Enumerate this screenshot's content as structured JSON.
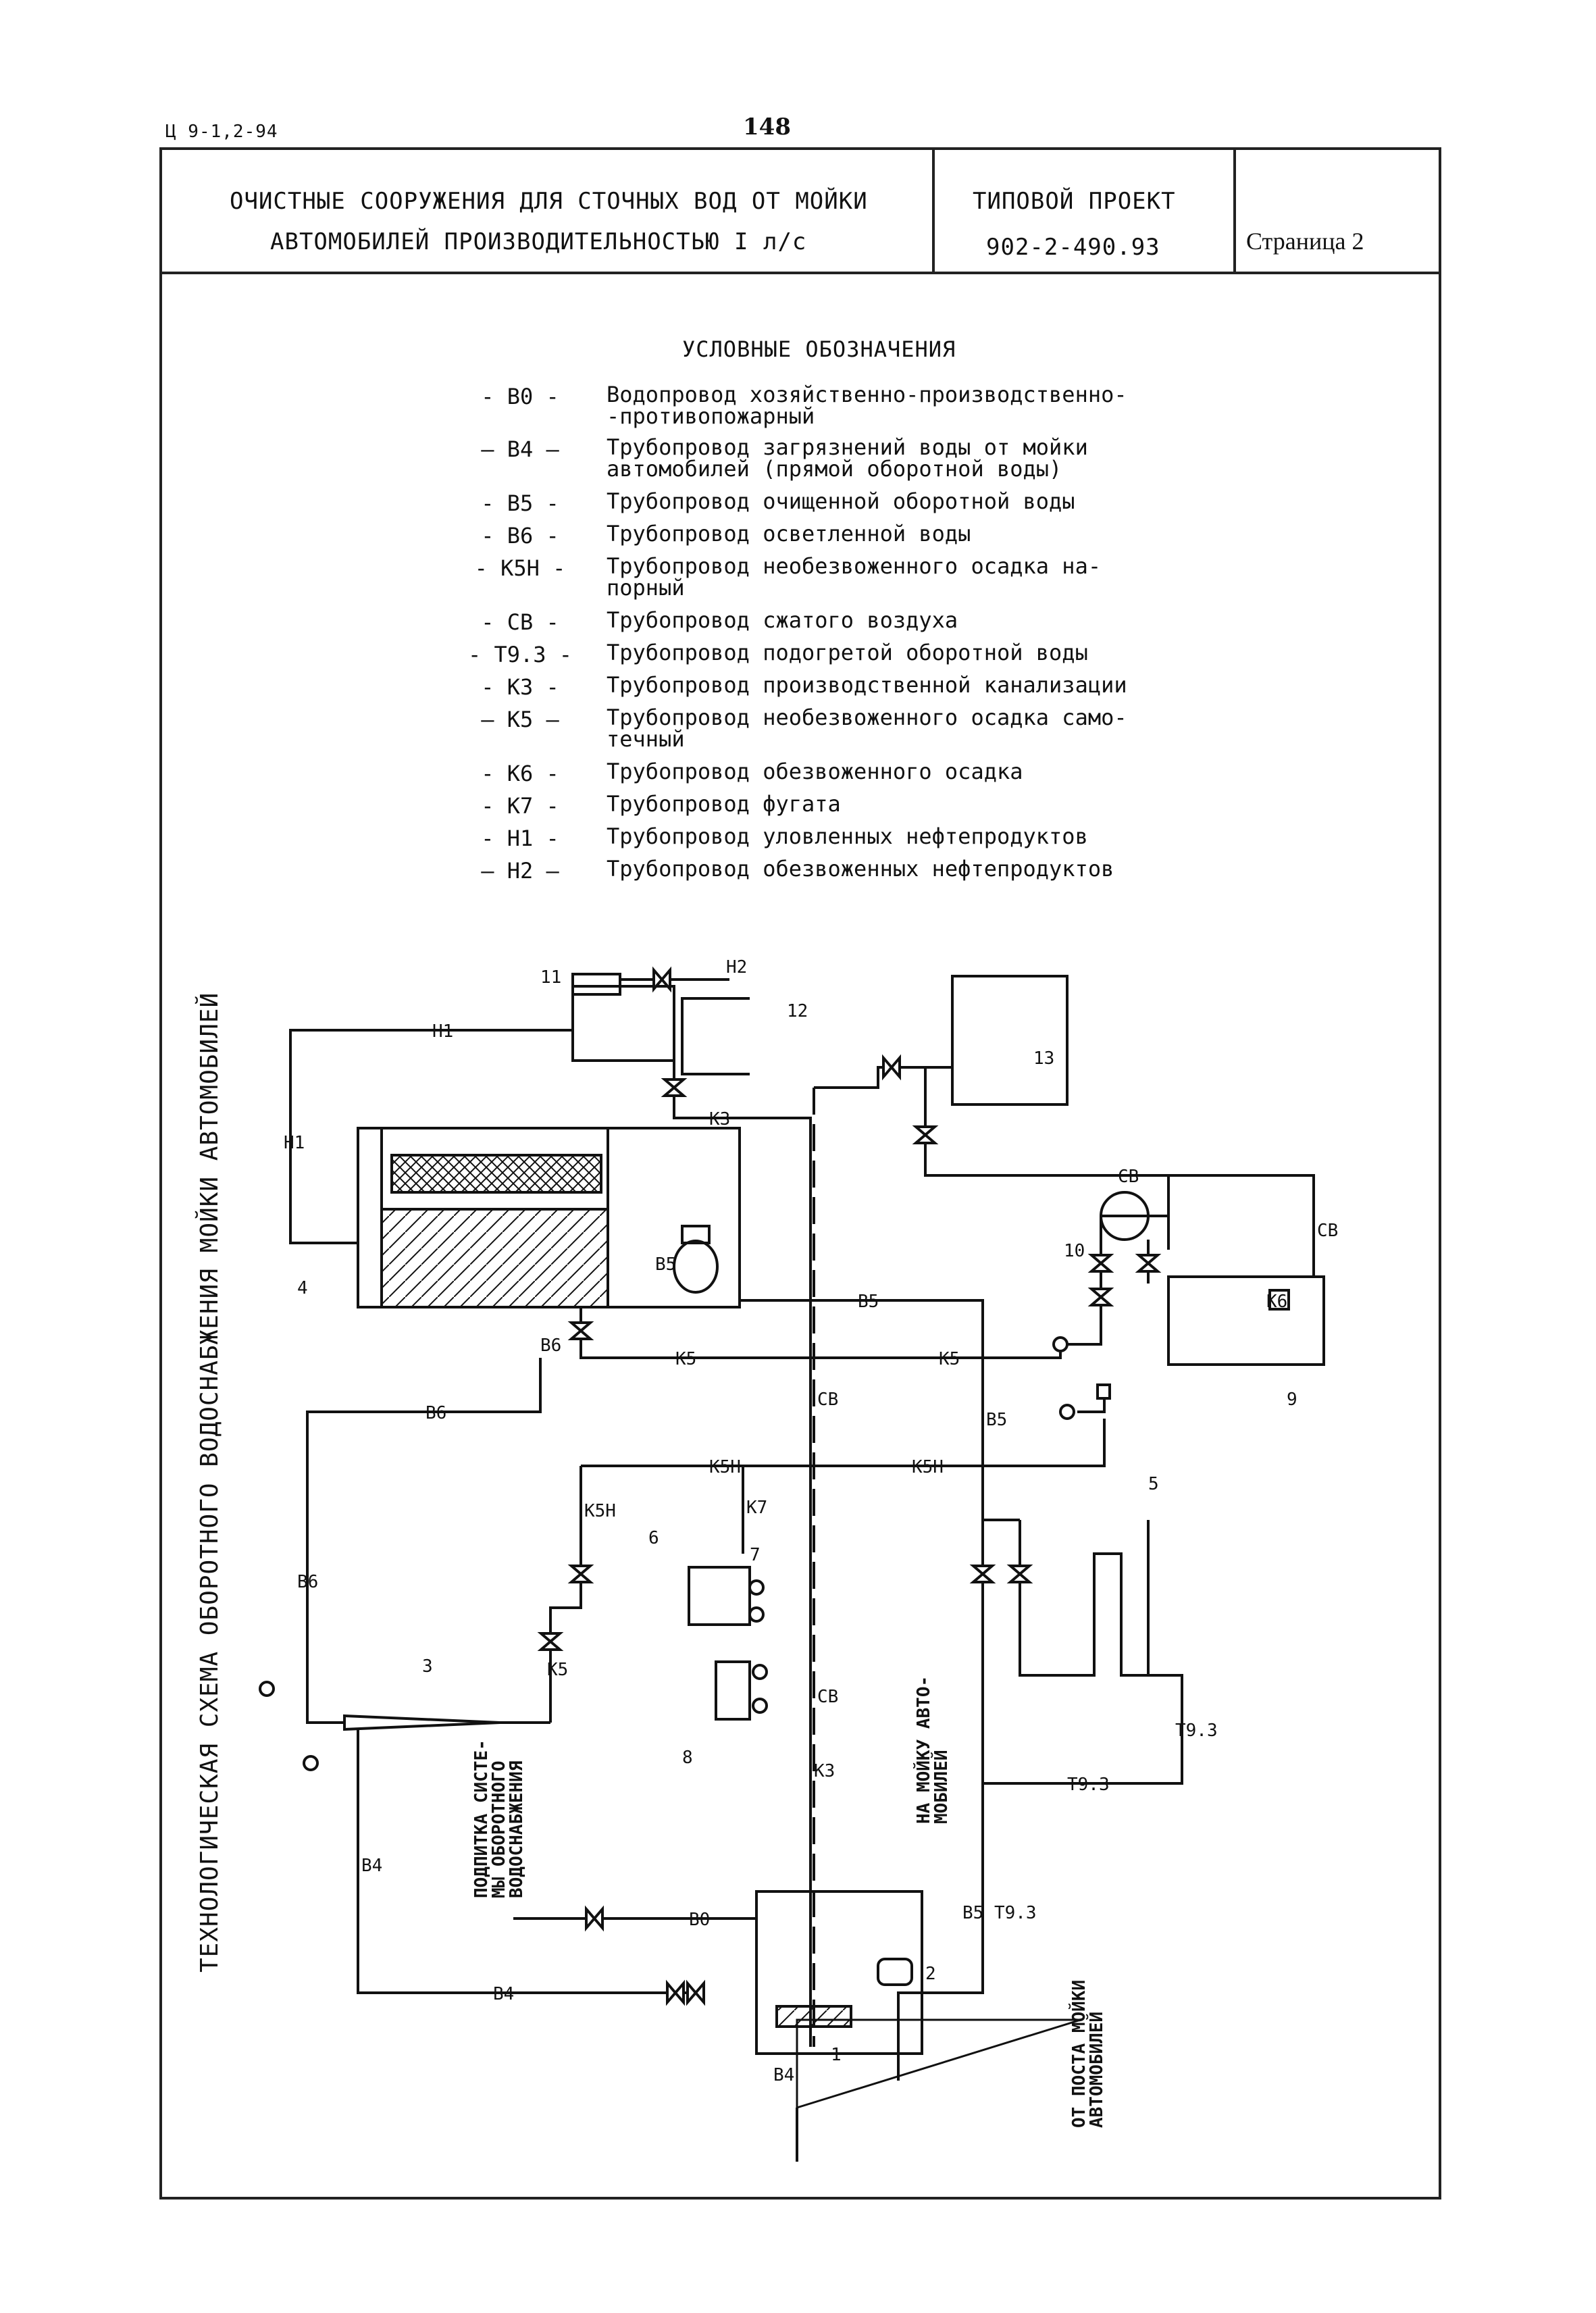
{
  "header": {
    "doc_code": "Ц 9-1,2-94",
    "page_number": "148",
    "title_line1": "ОЧИСТНЫЕ СООРУЖЕНИЯ ДЛЯ СТОЧНЫХ ВОД ОТ МОЙКИ",
    "title_line2": "АВТОМОБИЛЕЙ ПРОИЗВОДИТЕЛЬНОСТЬЮ I л/с",
    "project_label": "ТИПОВОЙ ПРОЕКТ",
    "project_code": "902-2-490.93",
    "page_label": "Страница 2"
  },
  "legend": {
    "title": "УСЛОВНЫЕ ОБОЗНАЧЕНИЯ",
    "items": [
      {
        "code": "- В0 -",
        "desc": "Водопровод хозяйственно-производственно-\n-противопожарный"
      },
      {
        "code": "– В4 –",
        "desc": "Трубопровод загрязнений воды от мойки\nавтомобилей (прямой оборотной воды)"
      },
      {
        "code": "- В5 -",
        "desc": "Трубопровод очищенной оборотной воды"
      },
      {
        "code": "- В6 -",
        "desc": "Трубопровод осветленной воды"
      },
      {
        "code": "- К5Н -",
        "desc": "Трубопровод необезвоженного осадка на-\nпорный"
      },
      {
        "code": "- СВ -",
        "desc": "Трубопровод сжатого воздуха"
      },
      {
        "code": "- Т9.3 -",
        "desc": "Трубопровод подогретой оборотной воды"
      },
      {
        "code": "- К3 -",
        "desc": "Трубопровод производственной канализации"
      },
      {
        "code": "– К5 –",
        "desc": "Трубопровод необезвоженного осадка само-\nтечный"
      },
      {
        "code": "- К6 -",
        "desc": "Трубопровод обезвоженного осадка"
      },
      {
        "code": "- К7 -",
        "desc": "Трубопровод фугата"
      },
      {
        "code": "- Н1 -",
        "desc": "Трубопровод уловленных нефтепродуктов"
      },
      {
        "code": "– Н2 –",
        "desc": "Трубопровод обезвоженных нефтепродуктов"
      }
    ]
  },
  "diagram": {
    "side_title": "ТЕХНОЛОГИЧЕСКАЯ СХЕМА ОБОРОТНОГО ВОДОСНАБЖЕНИЯ МОЙКИ АВТОМОБИЛЕЙ",
    "pipe_labels": {
      "h1_top": "Н1",
      "h1_left": "Н1",
      "h2": "Н2",
      "k3_top": "К3",
      "k3_mid": "К3",
      "v5_top": "В5",
      "v5_mid": "В5",
      "v6_a": "В6",
      "v6_b": "В6",
      "v6_c": "В6",
      "k5_a": "К5",
      "k5_b": "К5",
      "k5n_a": "К5Н",
      "k5n_b": "К5Н",
      "k5n_c": "К5Н",
      "k7": "К7",
      "sv_a": "СВ",
      "sv_b": "СВ",
      "sv_c": "СВ",
      "sv_d": "СВ",
      "v4_a": "В4",
      "v4_b": "В4",
      "v4_c": "В4",
      "v0": "В0",
      "t93_a": "Т9.3",
      "t93_b": "Т9.3",
      "v5t93": "В5\nТ9.3",
      "k6": "К6"
    },
    "equipment_numbers": [
      "1",
      "2",
      "3",
      "4",
      "5",
      "6",
      "7",
      "8",
      "9",
      "10",
      "11",
      "12",
      "13"
    ],
    "notes": {
      "makeup": "ПОДПИТКА СИСТЕ-\nМЫ ОБОРОТНОГО\nВОДОСНАБЖЕНИЯ",
      "to_wash": "НА МОЙКУ АВТО-\nМОБИЛЕЙ",
      "from_wash": "ОТ ПОСТА МОЙКИ\nАВТОМОБИЛЕЙ"
    }
  }
}
